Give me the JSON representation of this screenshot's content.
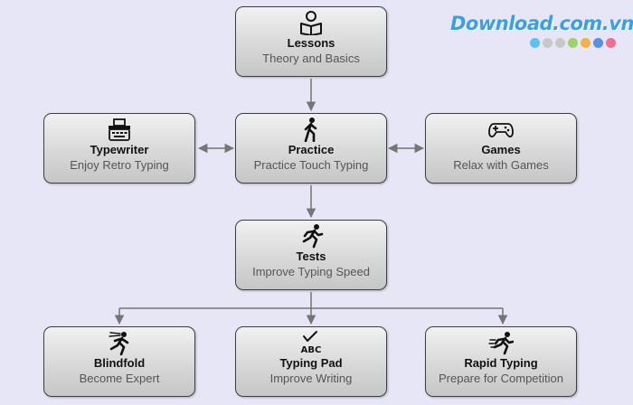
{
  "nodes": {
    "lessons": {
      "title": "Lessons",
      "subtitle": "Theory and Basics",
      "icon": "reading-person-icon"
    },
    "typewriter": {
      "title": "Typewriter",
      "subtitle": "Enjoy Retro Typing",
      "icon": "typewriter-icon"
    },
    "practice": {
      "title": "Practice",
      "subtitle": "Practice Touch Typing",
      "icon": "walking-person-icon"
    },
    "games": {
      "title": "Games",
      "subtitle": "Relax with Games",
      "icon": "gamepad-icon"
    },
    "tests": {
      "title": "Tests",
      "subtitle": "Improve Typing Speed",
      "icon": "running-person-icon"
    },
    "blindfold": {
      "title": "Blindfold",
      "subtitle": "Become Expert",
      "icon": "blindfold-runner-icon"
    },
    "typing_pad": {
      "title": "Typing Pad",
      "subtitle": "Improve Writing",
      "icon": "abc-check-icon"
    },
    "rapid_typing": {
      "title": "Rapid Typing",
      "subtitle": "Prepare for Competition",
      "icon": "sprinter-icon"
    }
  },
  "edges": [
    {
      "from": "Lessons",
      "to": "Practice",
      "direction": "forward"
    },
    {
      "from": "Typewriter",
      "to": "Practice",
      "direction": "both"
    },
    {
      "from": "Practice",
      "to": "Games",
      "direction": "both"
    },
    {
      "from": "Practice",
      "to": "Tests",
      "direction": "forward"
    },
    {
      "from": "Tests",
      "to": "Blindfold",
      "direction": "forward"
    },
    {
      "from": "Tests",
      "to": "Typing Pad",
      "direction": "forward"
    },
    {
      "from": "Tests",
      "to": "Rapid Typing",
      "direction": "forward"
    }
  ],
  "watermark": {
    "text": "Download.com.vn",
    "dot_colors": [
      "#5bc2f0",
      "#c8c8c8",
      "#c8c8c8",
      "#9ed36a",
      "#f3b244",
      "#5b8fe6",
      "#ef6f8e"
    ]
  },
  "colors": {
    "background": "#e6e6f6",
    "connector": "#757575",
    "node_border": "#3f3f3f"
  }
}
